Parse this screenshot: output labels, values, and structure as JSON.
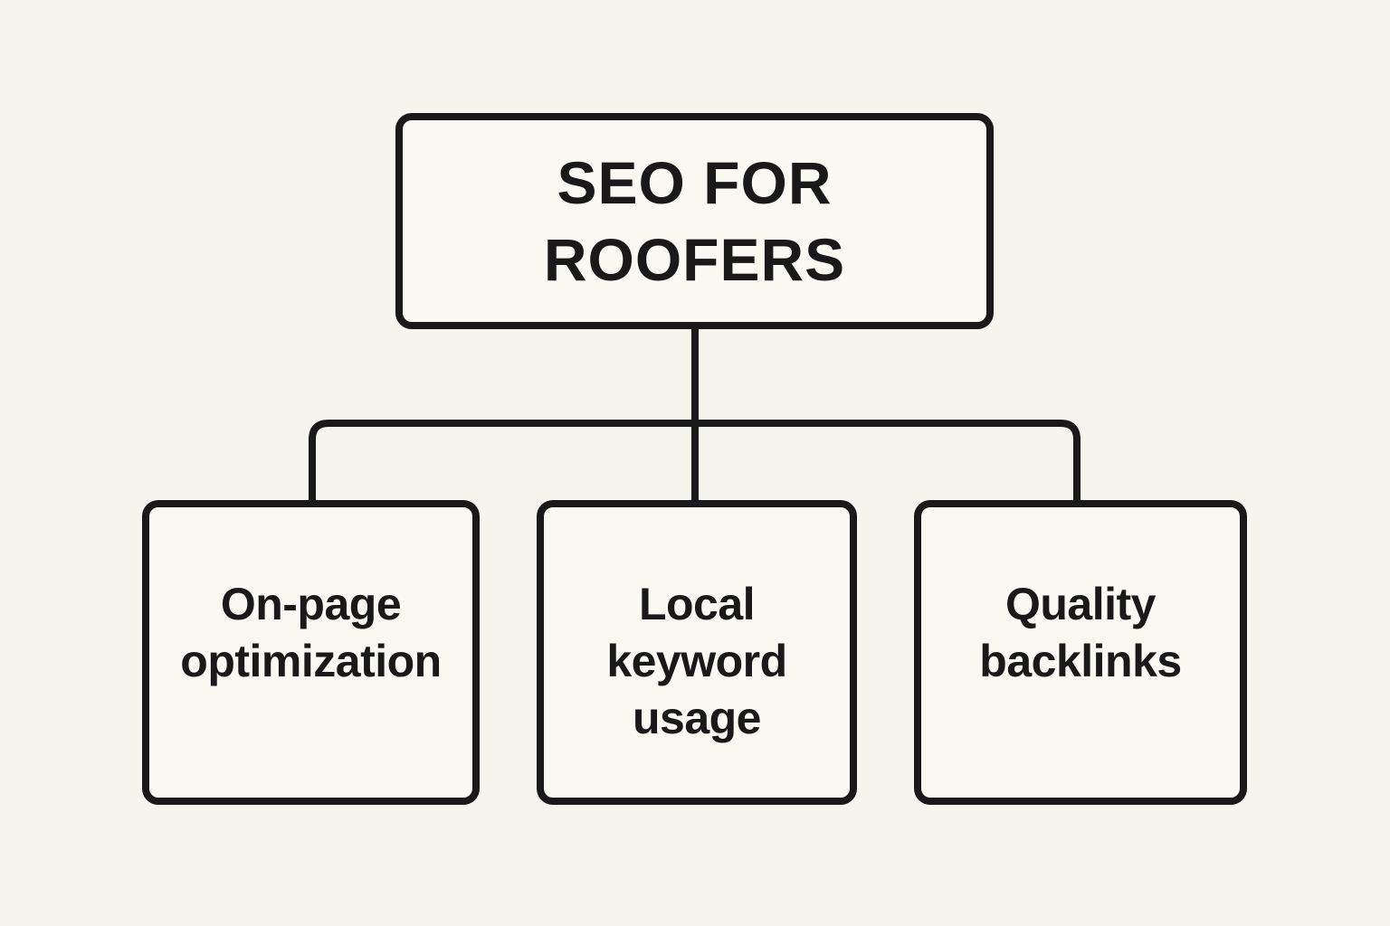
{
  "colors": {
    "background": "#f5f4ee",
    "ink": "#191919",
    "node_fill": "#f9f8f3"
  },
  "diagram": {
    "type": "flowchart",
    "root": {
      "label": "SEO FOR ROOFERS"
    },
    "children": [
      {
        "label": "On-page optimization"
      },
      {
        "label": "Local keyword usage"
      },
      {
        "label": "Quality backlinks"
      }
    ]
  }
}
